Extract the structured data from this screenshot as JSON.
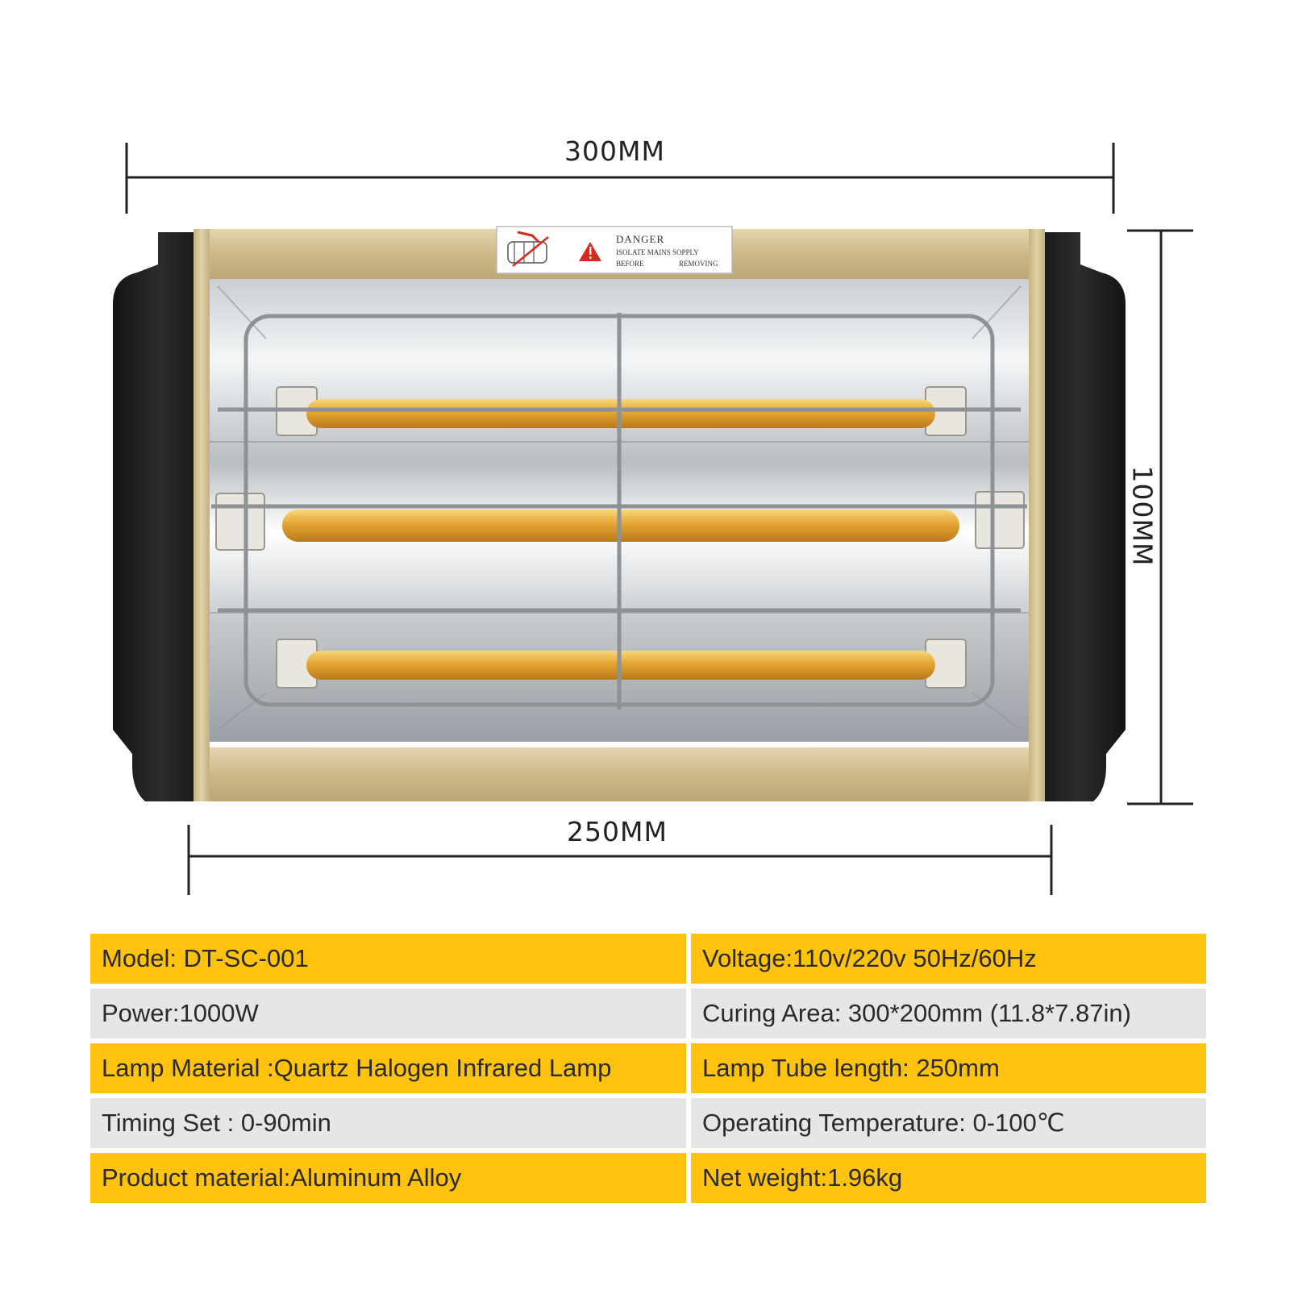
{
  "colors": {
    "accent": "#ffc20e",
    "row_alt": "#e6e6e6",
    "frame": "#d6c49c",
    "housing": "#1c1c1c",
    "lamp": "#e8a72a"
  },
  "dimensions": {
    "width_label": "300MM",
    "tube_label": "250MM",
    "height_label": "100MM"
  },
  "warning_sticker": {
    "title": "DANGER",
    "line1": "ISOLATE MAINS SOPPLY",
    "line2_left": "BEFORE",
    "line2_right": "REMOVING"
  },
  "icons": [
    "warning-triangle-icon",
    "no-touch-lamp-icon"
  ],
  "specs": [
    {
      "left": "Model: DT-SC-001",
      "right": "Voltage:110v/220v 50Hz/60Hz"
    },
    {
      "left": "Power:1000W",
      "right": "Curing Area: 300*200mm (11.8*7.87in)"
    },
    {
      "left": "Lamp Material :Quartz Halogen Infrared Lamp",
      "right": "Lamp Tube length: 250mm"
    },
    {
      "left": "Timing Set : 0-90min",
      "right": "Operating Temperature: 0-100℃"
    },
    {
      "left": "Product material:Aluminum Alloy",
      "right": "Net weight:1.96kg"
    }
  ]
}
